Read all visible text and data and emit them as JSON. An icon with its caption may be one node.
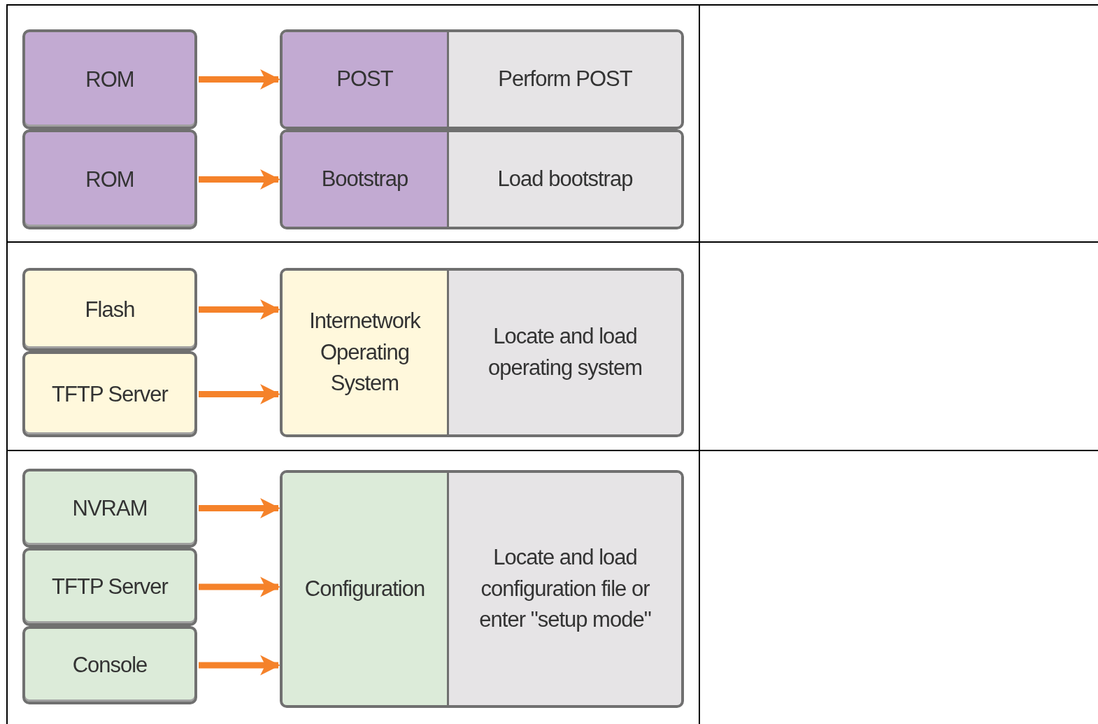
{
  "diagram": {
    "nodes": [
      {
        "text": [
          "ROM"
        ]
      },
      {
        "text": [
          "POST",
          "Perform POST"
        ]
      },
      {
        "text": [
          "ROM"
        ]
      },
      {
        "text": [
          "Bootstrap",
          "Load bootstrap"
        ]
      },
      {
        "text": [
          "Flash"
        ]
      },
      {
        "text": [
          "TFTP Server"
        ]
      },
      {
        "text": [
          "Internetwork Operating System",
          "Locate and load operating system"
        ]
      },
      {
        "text": [
          "NVRAM"
        ]
      },
      {
        "text": [
          "TFTP Server"
        ]
      },
      {
        "text": [
          "Console"
        ]
      },
      {
        "text": [
          "Configuration",
          "Locate and load configuration file or enter \"setup mode\""
        ]
      }
    ],
    "edges": [
      {
        "from": 0,
        "to": 1,
        "arrow": "to"
      },
      {
        "from": 2,
        "to": 3,
        "arrow": "to"
      },
      {
        "from": 4,
        "to": 6,
        "arrow": "to"
      },
      {
        "from": 5,
        "to": 6,
        "arrow": "to"
      },
      {
        "from": 7,
        "to": 10,
        "arrow": "to"
      },
      {
        "from": 8,
        "to": 10,
        "arrow": "to"
      },
      {
        "from": 9,
        "to": 10,
        "arrow": "to"
      }
    ]
  }
}
